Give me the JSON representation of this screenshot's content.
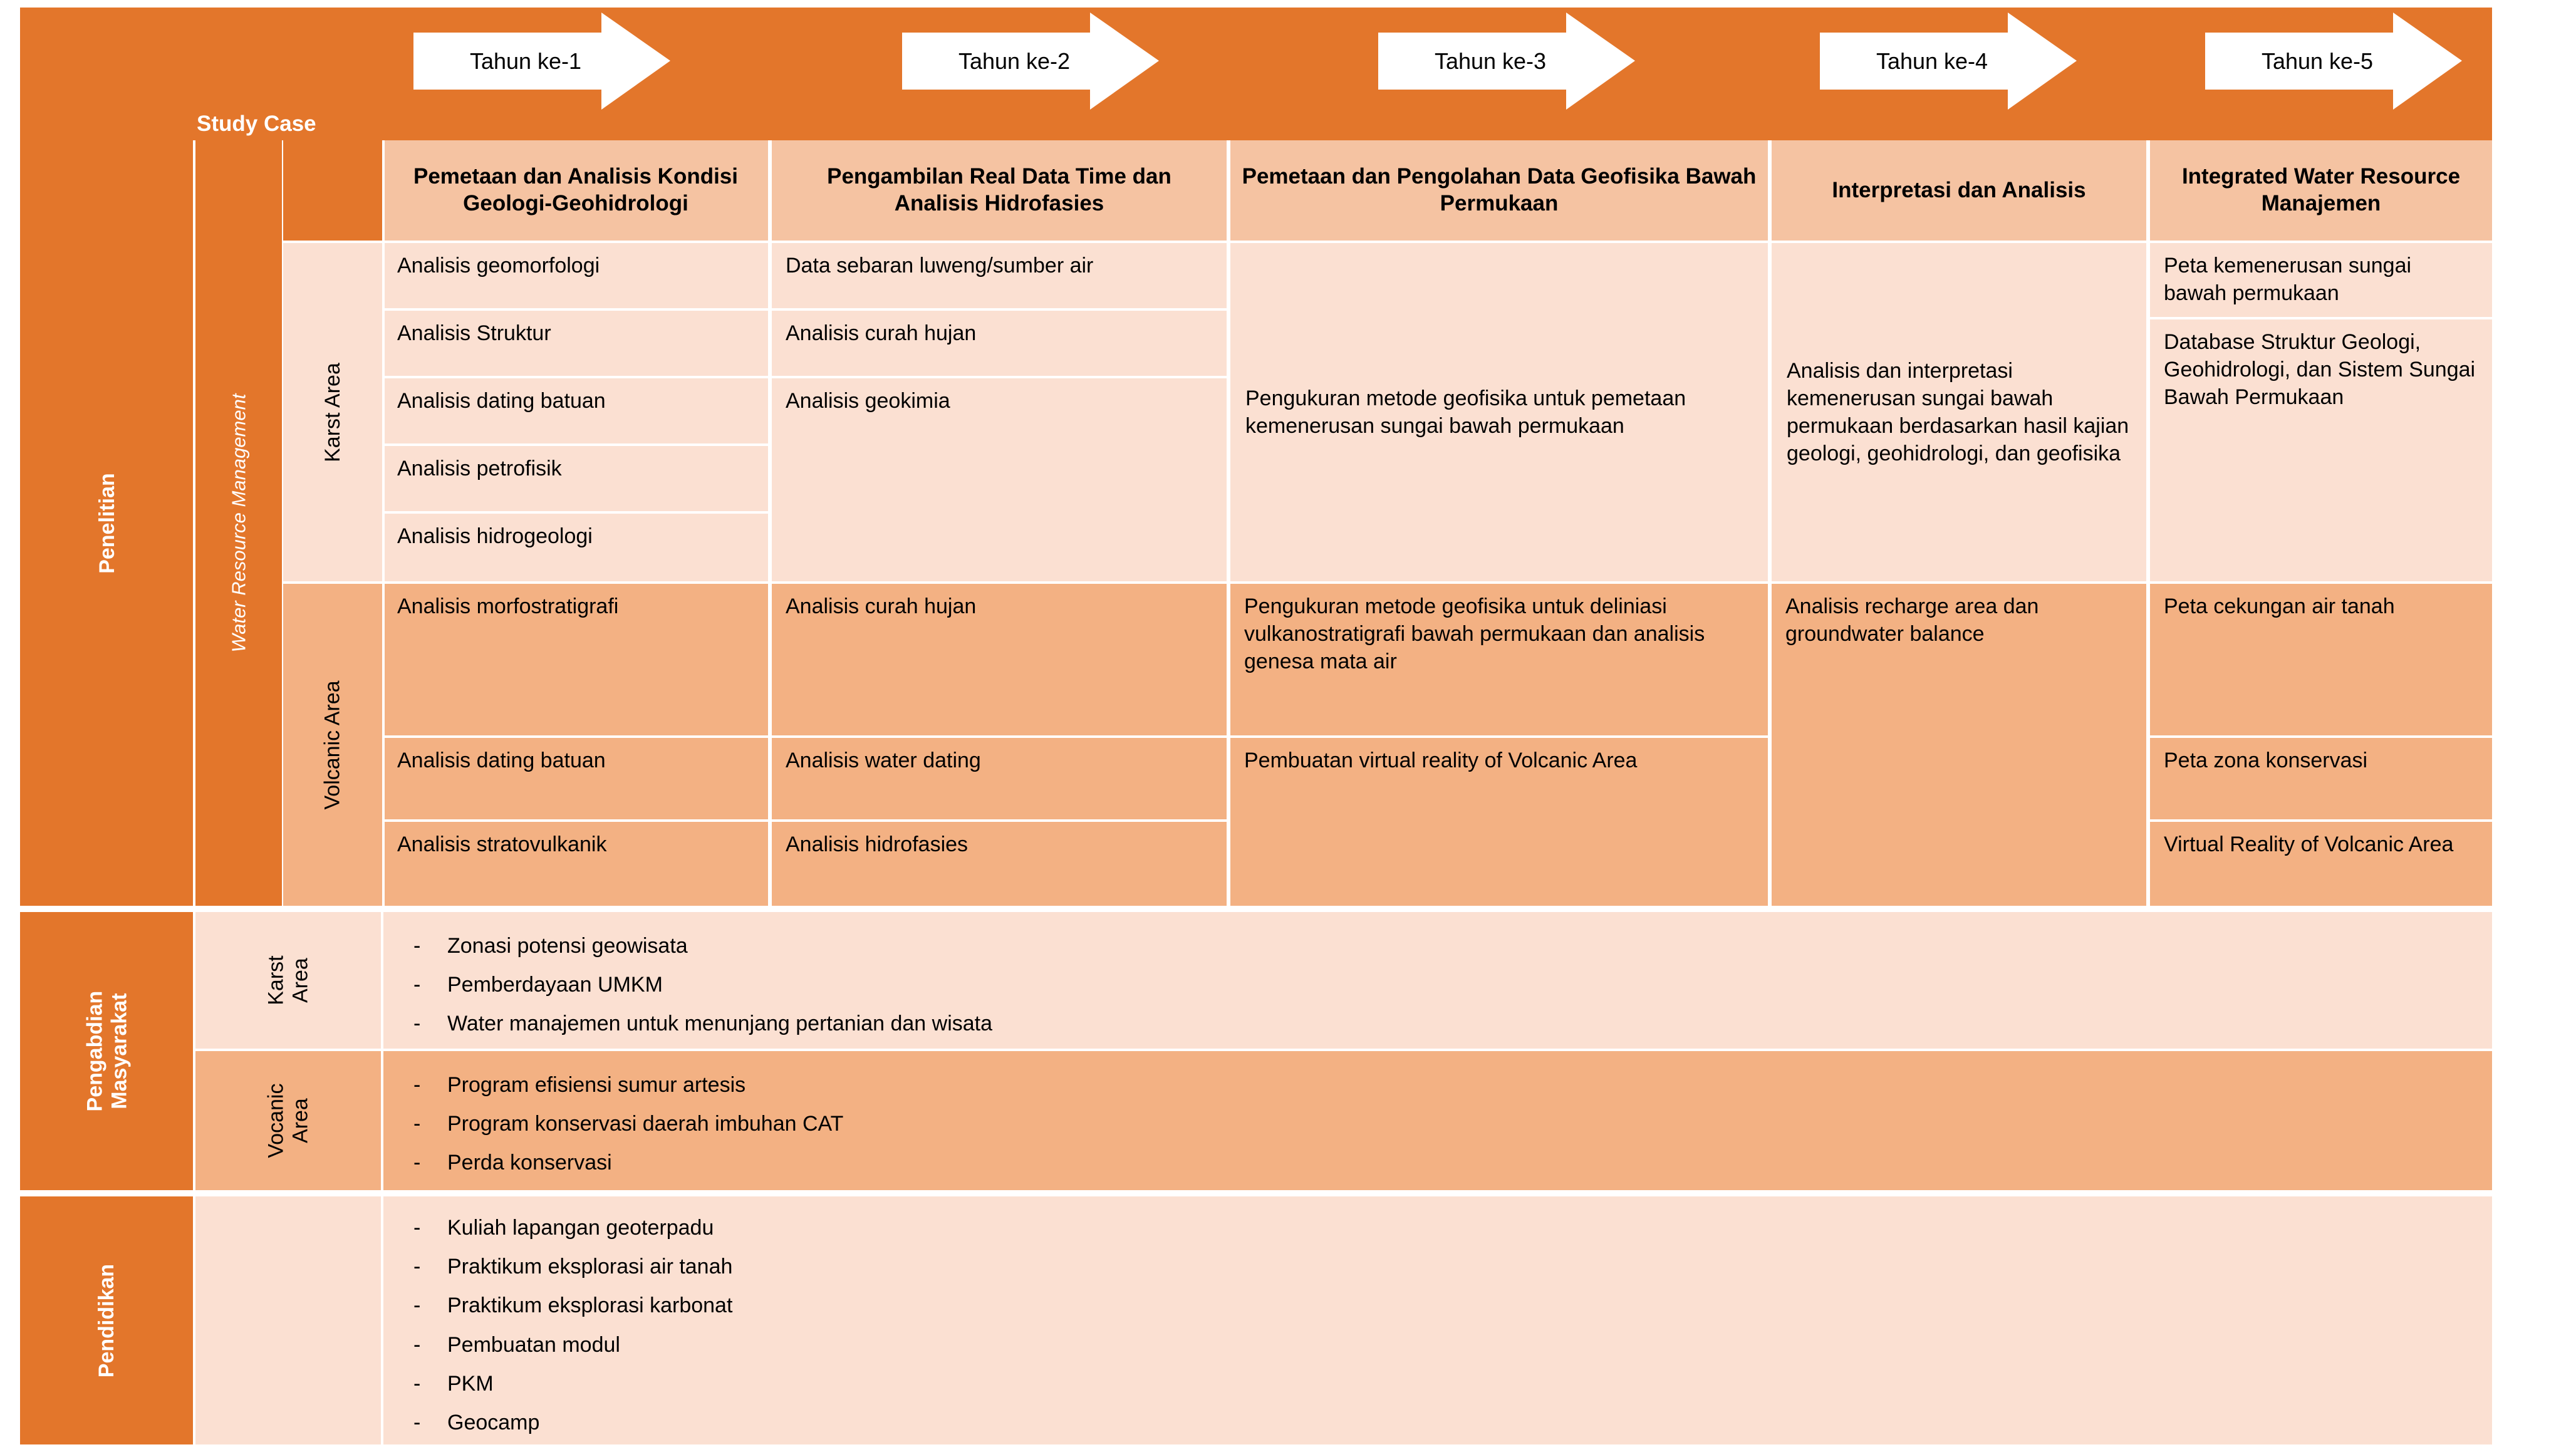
{
  "colors": {
    "orange": "#E3762B",
    "mid": "#F3B183",
    "light": "#FBE0D2",
    "header_band": "#F5C3A2",
    "white": "#FFFFFF"
  },
  "left_labels": {
    "penelitian": "Penelitian",
    "penelitian_sub": "Water Resource Management",
    "pengabdian": "Pengabdian\nMasyarakat",
    "pendidikan": "Pendidikan"
  },
  "study_case_label": "Study Case",
  "area_labels": {
    "karst": "Karst Area",
    "volcanic": "Volcanic Area",
    "karst_two_line": "Karst\nArea",
    "vocanic_two_line": "Vocanic\nArea"
  },
  "year_arrows": [
    {
      "label": "Tahun ke-1"
    },
    {
      "label": "Tahun ke-2"
    },
    {
      "label": "Tahun ke-3"
    },
    {
      "label": "Tahun ke-4"
    },
    {
      "label": "Tahun ke-5"
    }
  ],
  "column_headers": [
    "Pemetaan dan Analisis Kondisi Geologi-Geohidrologi",
    "Pengambilan Real Data Time dan Analisis Hidrofasies",
    "Pemetaan dan Pengolahan Data Geofisika Bawah Permukaan",
    "Interpretasi dan Analisis",
    "Integrated Water Resource Manajemen"
  ],
  "karst": {
    "col1": [
      "Analisis geomorfologi",
      "Analisis Struktur",
      "Analisis dating batuan",
      "Analisis petrofisik",
      "Analisis hidrogeologi"
    ],
    "col2": [
      "Data sebaran luweng/sumber air",
      "Analisis curah hujan",
      "Analisis geokimia"
    ],
    "col3": "Pengukuran metode geofisika untuk pemetaan kemenerusan sungai bawah permukaan",
    "col4": "Analisis dan interpretasi kemenerusan sungai bawah permukaan berdasarkan hasil kajian geologi, geohidrologi, dan geofisika",
    "col5": [
      "Peta kemenerusan sungai bawah permukaan",
      "Database Struktur Geologi, Geohidrologi, dan Sistem Sungai Bawah Permukaan"
    ]
  },
  "volcanic": {
    "col1": [
      "Analisis morfostratigrafi",
      "Analisis dating batuan",
      "Analisis stratovulkanik"
    ],
    "col2": [
      "Analisis curah hujan",
      "Analisis water dating",
      "Analisis hidrofasies"
    ],
    "col3": [
      "Pengukuran metode geofisika untuk deliniasi vulkanostratigrafi bawah permukaan dan analisis genesa mata air",
      "Pembuatan virtual reality of Volcanic Area"
    ],
    "col4": "Analisis recharge area dan groundwater balance",
    "col5": [
      "Peta cekungan air tanah",
      "Peta zona konservasi",
      "Virtual Reality of Volcanic Area"
    ]
  },
  "pengabdian": {
    "karst_items": [
      "Zonasi potensi geowisata",
      "Pemberdayaan UMKM",
      "Water manajemen untuk menunjang pertanian dan wisata"
    ],
    "vocanic_items": [
      "Program efisiensi sumur artesis",
      "Program konservasi daerah imbuhan CAT",
      "Perda konservasi"
    ],
    "bullet_marker": "-"
  },
  "pendidikan": {
    "items": [
      "Kuliah lapangan geoterpadu",
      "Praktikum eksplorasi air tanah",
      "Praktikum eksplorasi karbonat",
      "Pembuatan modul",
      "PKM",
      "Geocamp"
    ],
    "bullet_marker": "-"
  }
}
